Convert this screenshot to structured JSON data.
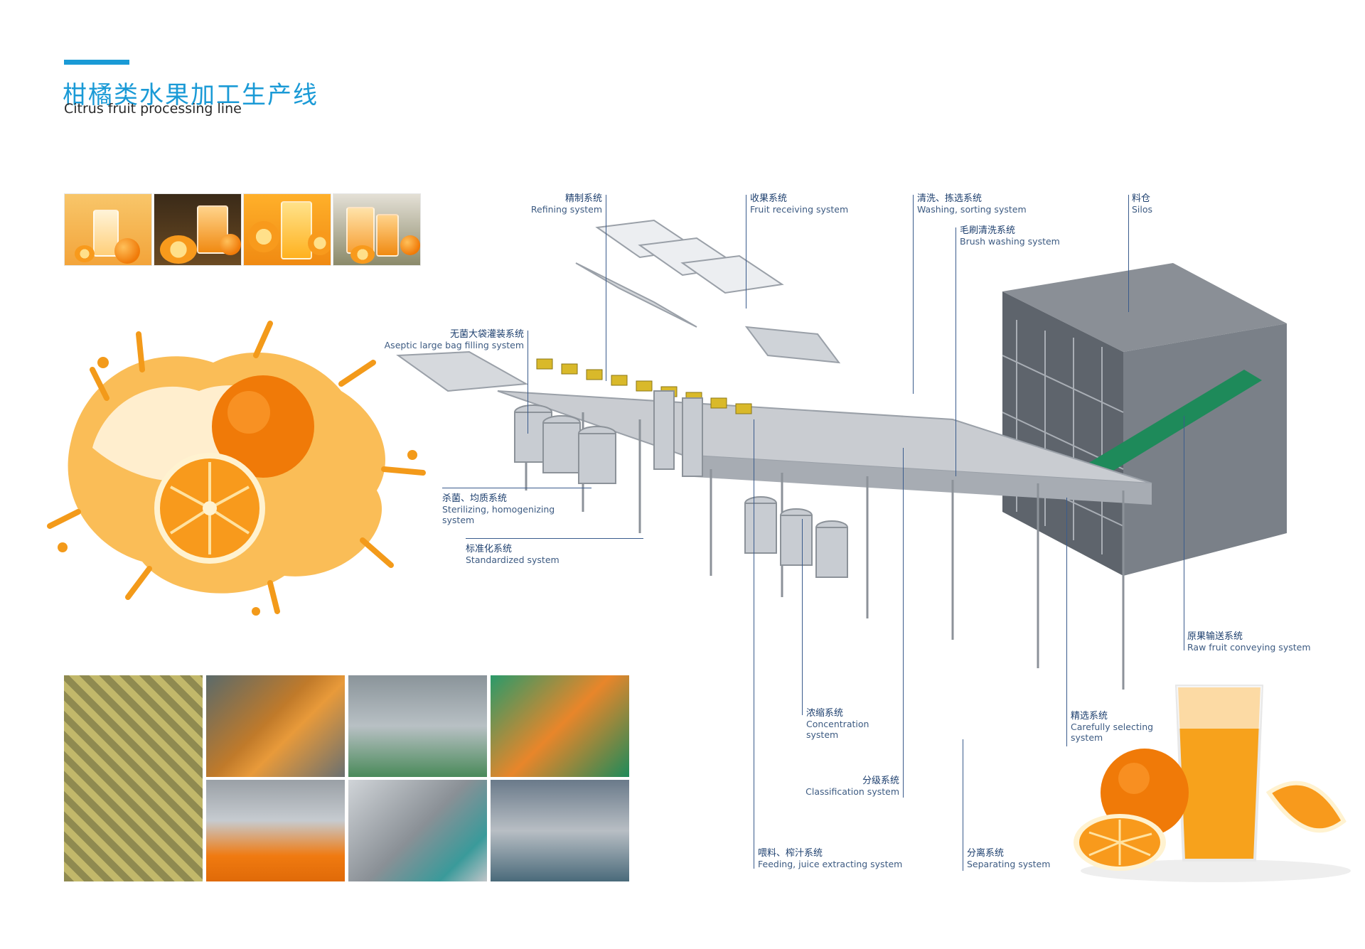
{
  "header": {
    "title_cn": "柑橘类水果加工生产线",
    "title_en": "Citrus fruit processing line",
    "accent_color": "#1a9ad6"
  },
  "labels": {
    "refining": {
      "cn": "精制系统",
      "en": "Refining system"
    },
    "fruit_receiving": {
      "cn": "收果系统",
      "en": "Fruit receiving system"
    },
    "washing_sorting": {
      "cn": "清洗、拣选系统",
      "en": "Washing, sorting system"
    },
    "silos": {
      "cn": "料仓",
      "en": "Silos"
    },
    "brush_washing": {
      "cn": "毛刷清洗系统",
      "en": "Brush washing system"
    },
    "aseptic": {
      "cn": "无菌大袋灌装系统",
      "en": "Aseptic large bag filling system"
    },
    "sterilizing": {
      "cn": "杀菌、均质系统",
      "en_1": "Sterilizing, homogenizing",
      "en_2": "system"
    },
    "standardized": {
      "cn": "标准化系统",
      "en": "Standardized system"
    },
    "raw_conveying": {
      "cn": "原果输送系统",
      "en": "Raw fruit conveying system"
    },
    "concentration": {
      "cn": "浓缩系统",
      "en_1": "Concentration",
      "en_2": "system"
    },
    "carefully_selecting": {
      "cn": "精选系统",
      "en_1": "Carefully selecting",
      "en_2": "system"
    },
    "classification": {
      "cn": "分级系统",
      "en": "Classification system"
    },
    "feeding": {
      "cn": "喂料、榨汁系统",
      "en": "Feeding, juice extracting system"
    },
    "separating": {
      "cn": "分离系统",
      "en": "Separating system"
    }
  },
  "icons": {
    "top_photos": [
      "juice-glass-photo",
      "juice-orange-photo",
      "juice-pour-photo",
      "juice-jug-photo"
    ],
    "bottom_photos": [
      "fruit-conveyor-photo",
      "sorting-line-photo",
      "washing-machine-photo",
      "processing-hall-photo",
      "extractor-photo",
      "pipeline-photo",
      "factory-floor-photo"
    ]
  }
}
